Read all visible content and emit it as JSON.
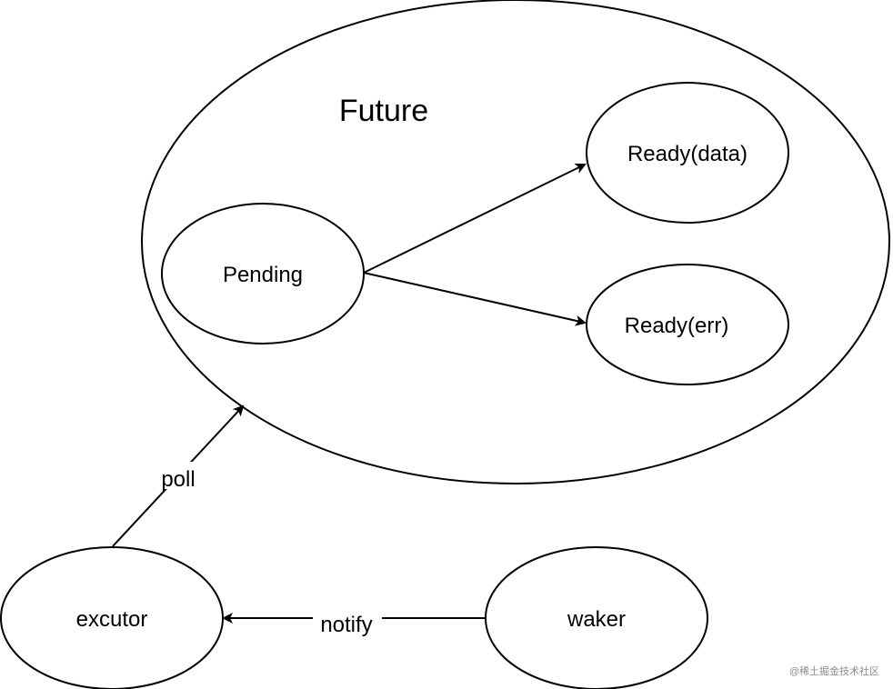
{
  "diagram": {
    "title": "Future",
    "nodes": {
      "pending": "Pending",
      "ready_data": "Ready(data)",
      "ready_err": "Ready(err)",
      "executor": "excutor",
      "waker": "waker"
    },
    "edges": {
      "poll": "poll",
      "notify": "notify"
    }
  },
  "watermark": "@稀土掘金技术社区"
}
